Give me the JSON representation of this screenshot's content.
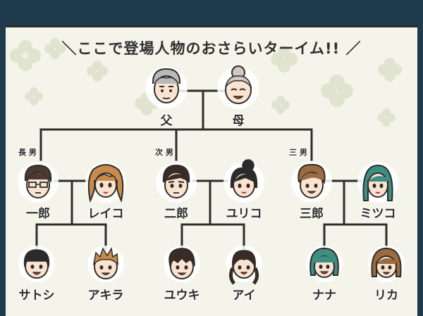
{
  "title": "＼ここで登場人物のおさらいターイム!! ／",
  "colors": {
    "frame": "#1f3a4d",
    "panel": "#f4f4ea",
    "line": "#2d2d2d",
    "flower": "#dfe3cf"
  },
  "grandparents": {
    "father": {
      "name": "父",
      "icon": "grandfather-face-icon"
    },
    "mother": {
      "name": "母",
      "icon": "grandmother-face-icon"
    }
  },
  "couples": [
    {
      "rank": "長 男",
      "husband": {
        "name": "一郎",
        "icon": "man-with-glasses-face-icon"
      },
      "wife": {
        "name": "レイコ",
        "icon": "woman-wavy-hair-face-icon"
      },
      "children": [
        {
          "name": "サトシ",
          "icon": "boy-face-icon"
        },
        {
          "name": "アキラ",
          "icon": "boy-spiky-hair-face-icon"
        }
      ]
    },
    {
      "rank": "次 男",
      "husband": {
        "name": "二郎",
        "icon": "man-face-icon"
      },
      "wife": {
        "name": "ユリコ",
        "icon": "woman-bun-hair-face-icon"
      },
      "children": [
        {
          "name": "ユウキ",
          "icon": "boy-messy-hair-face-icon"
        },
        {
          "name": "アイ",
          "icon": "girl-braids-face-icon"
        }
      ]
    },
    {
      "rank": "三 男",
      "husband": {
        "name": "三郎",
        "icon": "man-brown-hair-face-icon"
      },
      "wife": {
        "name": "ミツコ",
        "icon": "woman-green-hair-face-icon"
      },
      "children": [
        {
          "name": "ナナ",
          "icon": "girl-bob-hair-face-icon"
        },
        {
          "name": "リカ",
          "icon": "girl-brown-hair-face-icon"
        }
      ]
    }
  ]
}
